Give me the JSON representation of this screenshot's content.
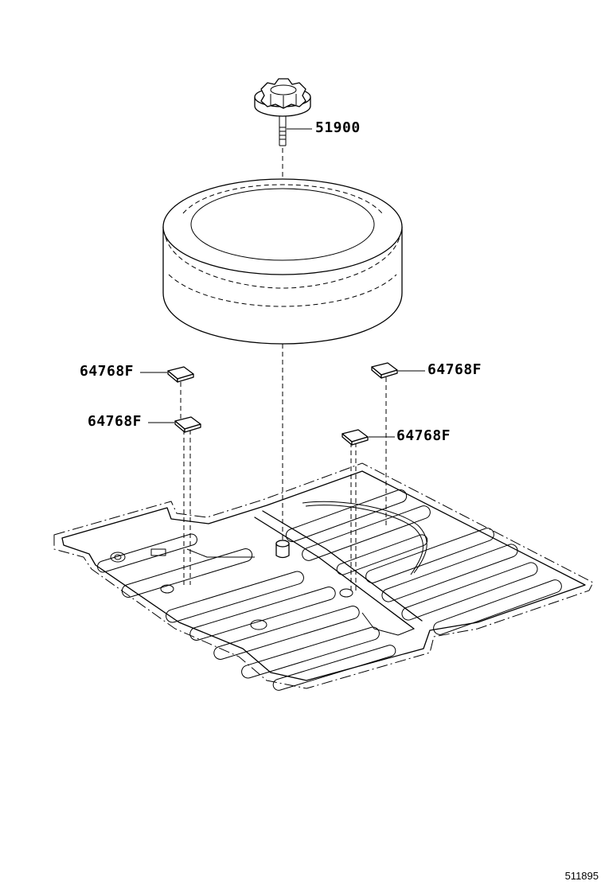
{
  "parts": {
    "hold_down_clamp": {
      "number": "51900"
    },
    "cushion_upper_left": {
      "number": "64768F"
    },
    "cushion_lower_left": {
      "number": "64768F"
    },
    "cushion_upper_right": {
      "number": "64768F"
    },
    "cushion_lower_right": {
      "number": "64768F"
    }
  },
  "drawing_number": "511895"
}
